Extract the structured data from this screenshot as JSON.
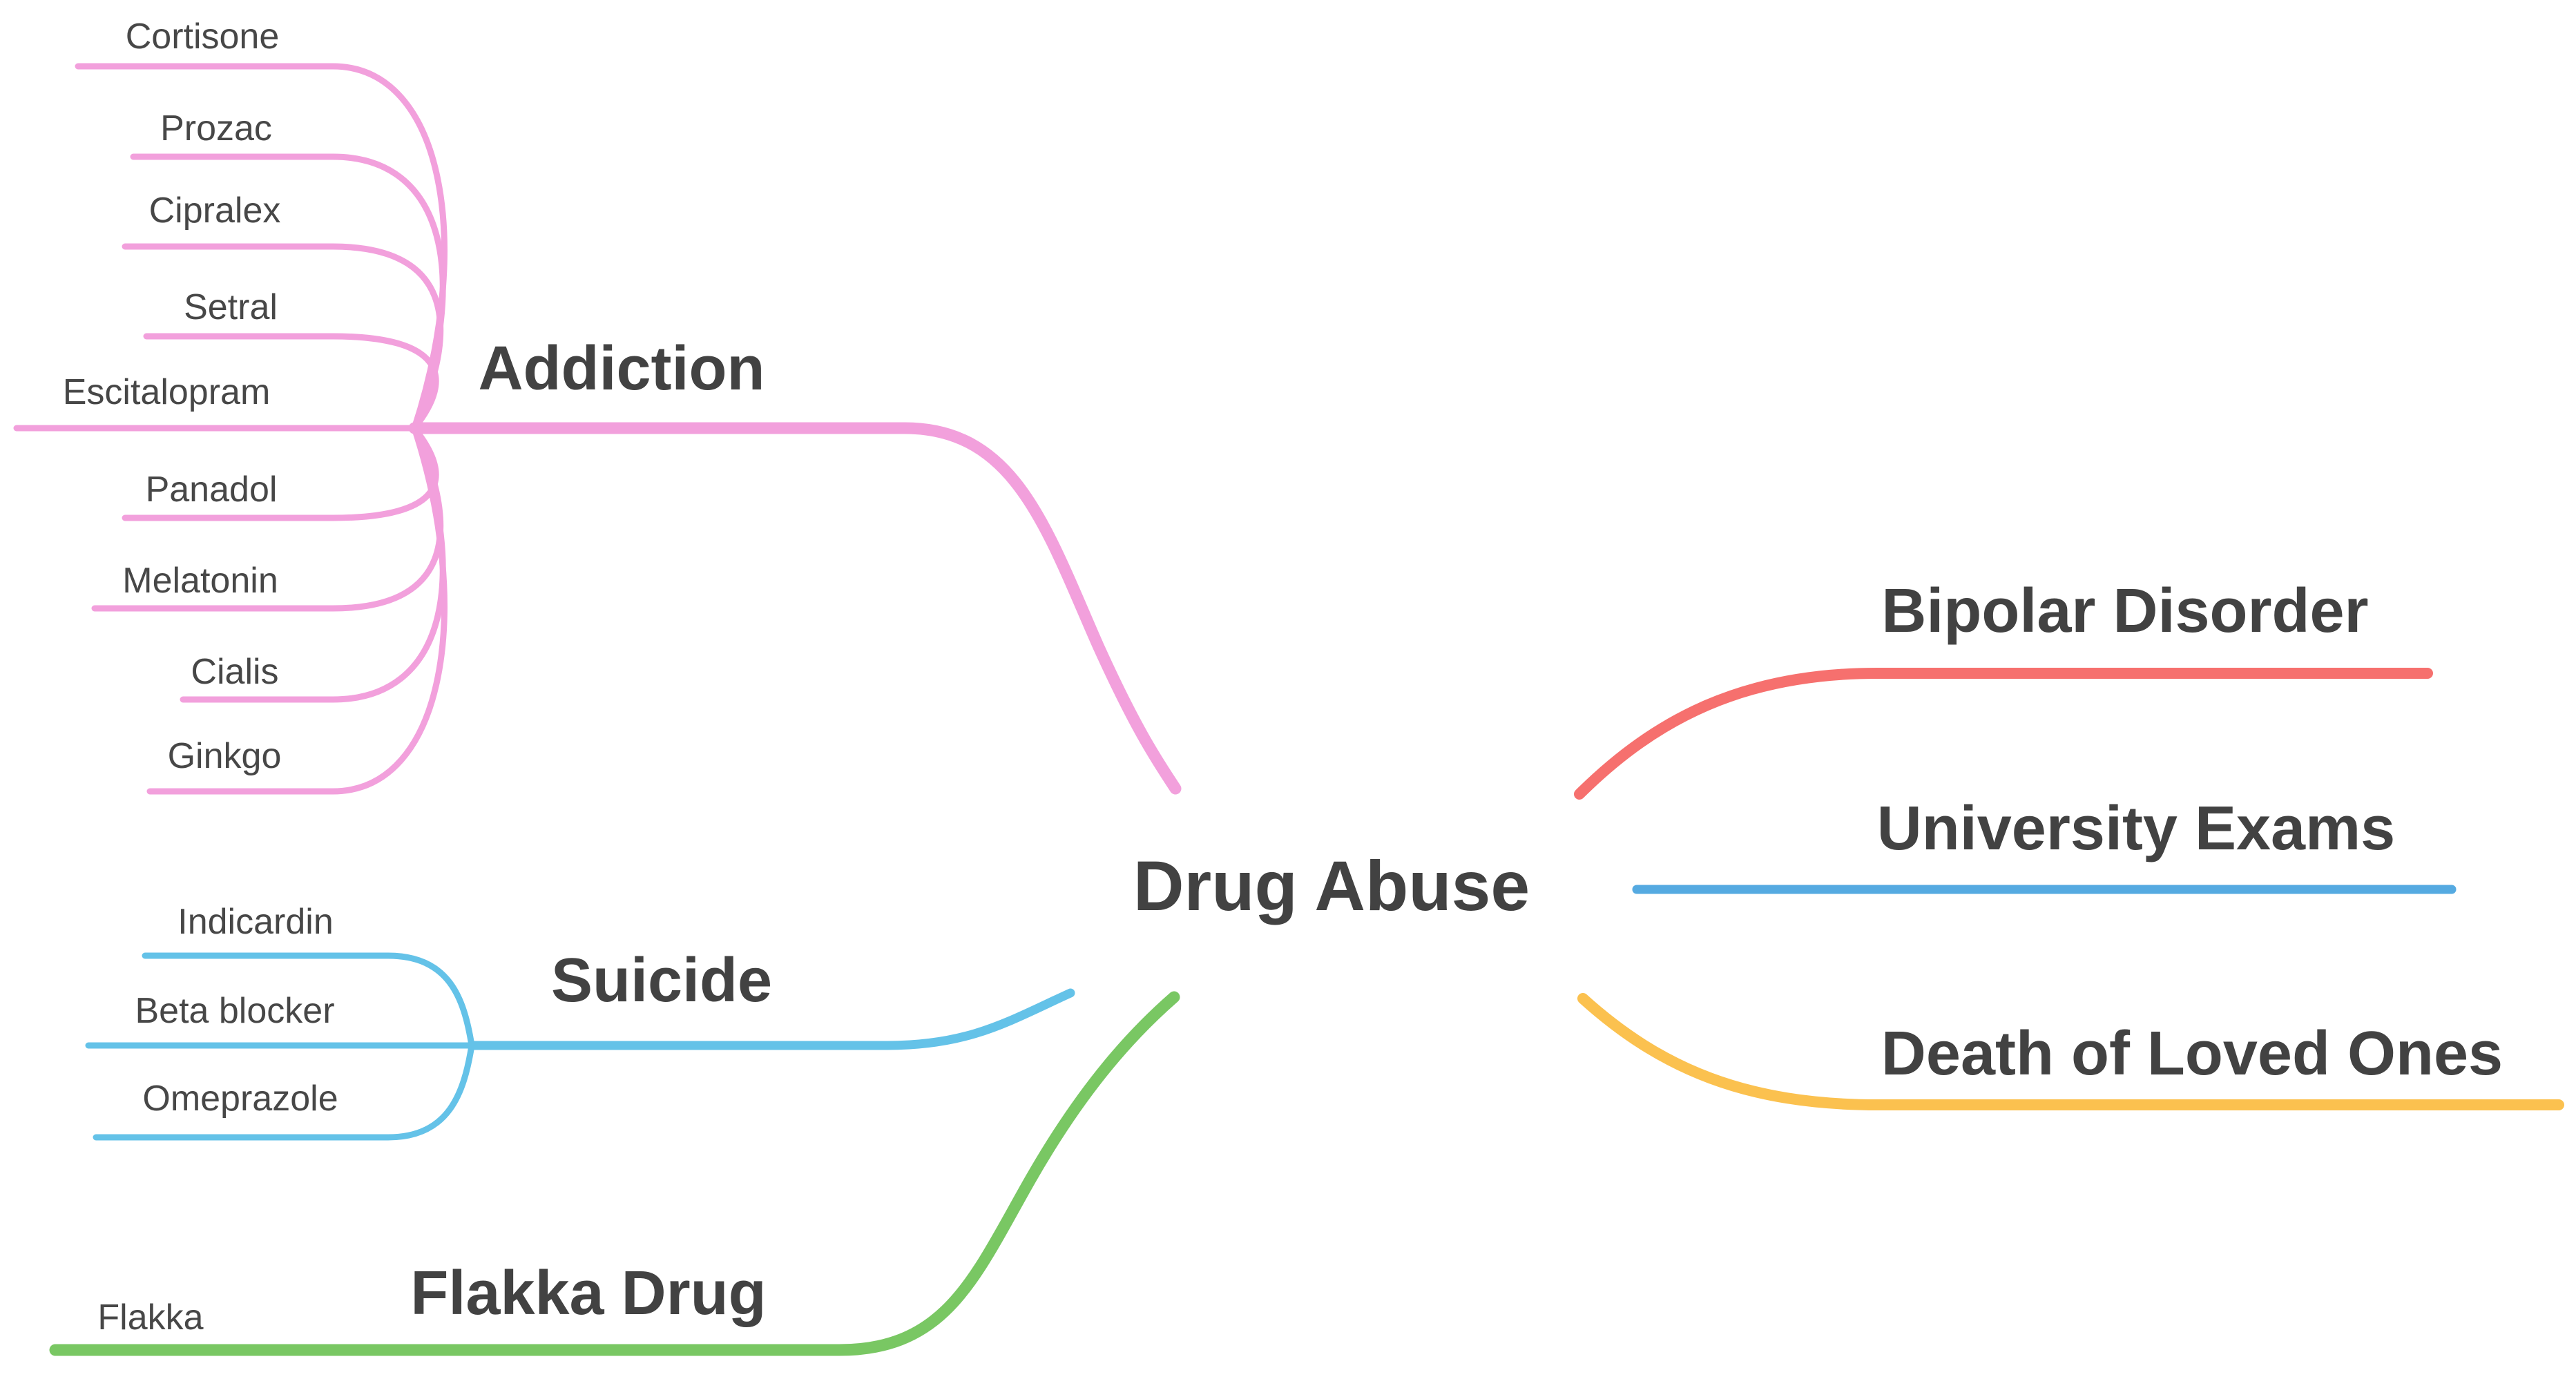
{
  "center": {
    "label": "Drug Abuse"
  },
  "text_color": "#474747",
  "branches": {
    "addiction": {
      "label": "Addiction",
      "color": "#F2A0DC",
      "children": [
        "Cortisone",
        "Prozac",
        "Cipralex",
        "Setral",
        "Escitalopram",
        "Panadol",
        "Melatonin",
        "Cialis",
        "Ginkgo"
      ]
    },
    "suicide": {
      "label": "Suicide",
      "color": "#64C2E8",
      "children": [
        "Indicardin",
        "Beta blocker",
        "Omeprazole"
      ]
    },
    "flakka_drug": {
      "label": "Flakka Drug",
      "color": "#79C763",
      "children": [
        "Flakka"
      ]
    },
    "bipolar_disorder": {
      "label": "Bipolar Disorder",
      "color": "#F6706E"
    },
    "university_exams": {
      "label": "University Exams",
      "color": "#55AAE1"
    },
    "death_of_loved_ones": {
      "label": "Death of Loved Ones",
      "color": "#FBC14F"
    }
  }
}
